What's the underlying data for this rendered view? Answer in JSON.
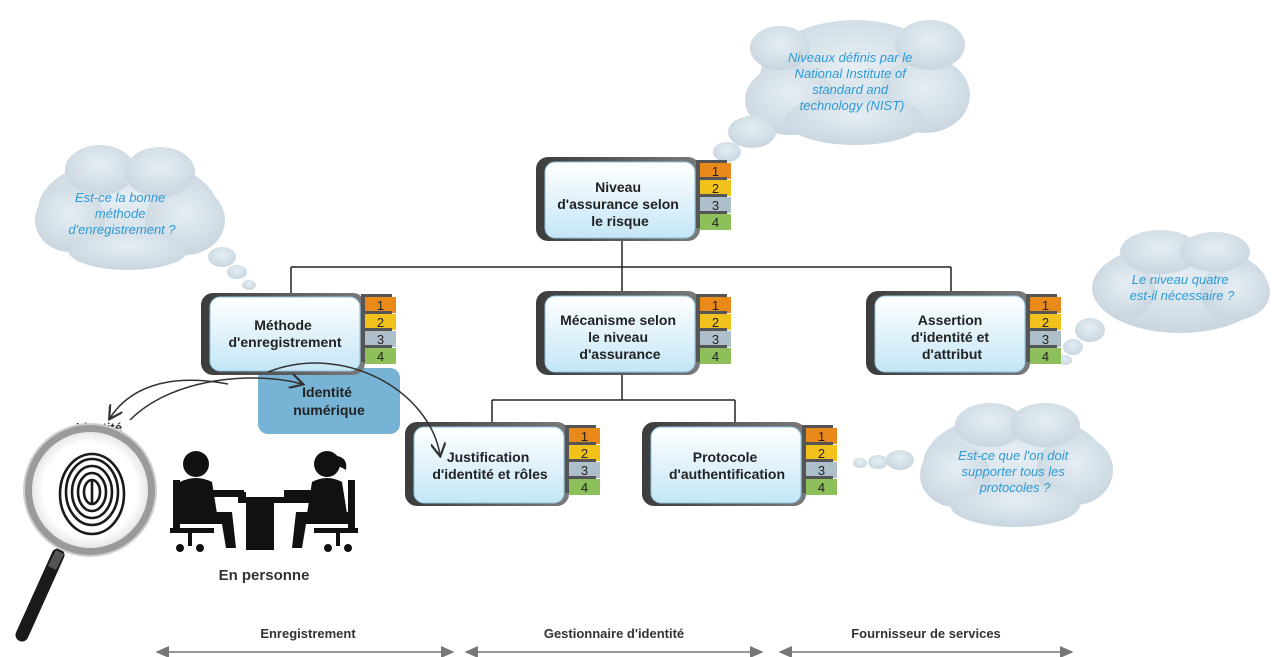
{
  "nodes": {
    "top": {
      "lines": [
        "Niveau",
        "d'assurance selon",
        "le risque"
      ]
    },
    "method": {
      "lines": [
        "Méthode",
        "d'enregistrement"
      ]
    },
    "mechanism": {
      "lines": [
        "Mécanisme selon",
        "le niveau",
        "d'assurance"
      ]
    },
    "assertion": {
      "lines": [
        "Assertion",
        "d'identité et",
        "d'attribut"
      ]
    },
    "justification": {
      "lines": [
        "Justification",
        "d'identité et rôles"
      ]
    },
    "protocol": {
      "lines": [
        "Protocole",
        "d'authentification"
      ]
    },
    "digital_identity": {
      "lines": [
        "Identité",
        "numérique"
      ]
    }
  },
  "levels": [
    "1",
    "2",
    "3",
    "4"
  ],
  "level_colors": [
    "#e8891a",
    "#f2c21c",
    "#aebfcc",
    "#8dbf5a"
  ],
  "clouds": {
    "nist": {
      "lines": [
        "Niveaux définis par le",
        "National Institute of",
        "standard and",
        "technology (NIST)"
      ]
    },
    "method_q": {
      "lines": [
        "Est-ce la bonne",
        "méthode",
        "d'enregistrement ?"
      ]
    },
    "level4_q": {
      "lines": [
        "Le niveau quatre",
        "est-il nécessaire ?"
      ]
    },
    "protocols_q": {
      "lines": [
        "Est-ce que l'on doit",
        "supporter tous les",
        "protocoles ?"
      ]
    }
  },
  "labels": {
    "identity": "Identité",
    "in_person": "En personne"
  },
  "axis": {
    "segments": [
      "Enregistrement",
      "Gestionnaire d'identité",
      "Fournisseur de services"
    ]
  }
}
